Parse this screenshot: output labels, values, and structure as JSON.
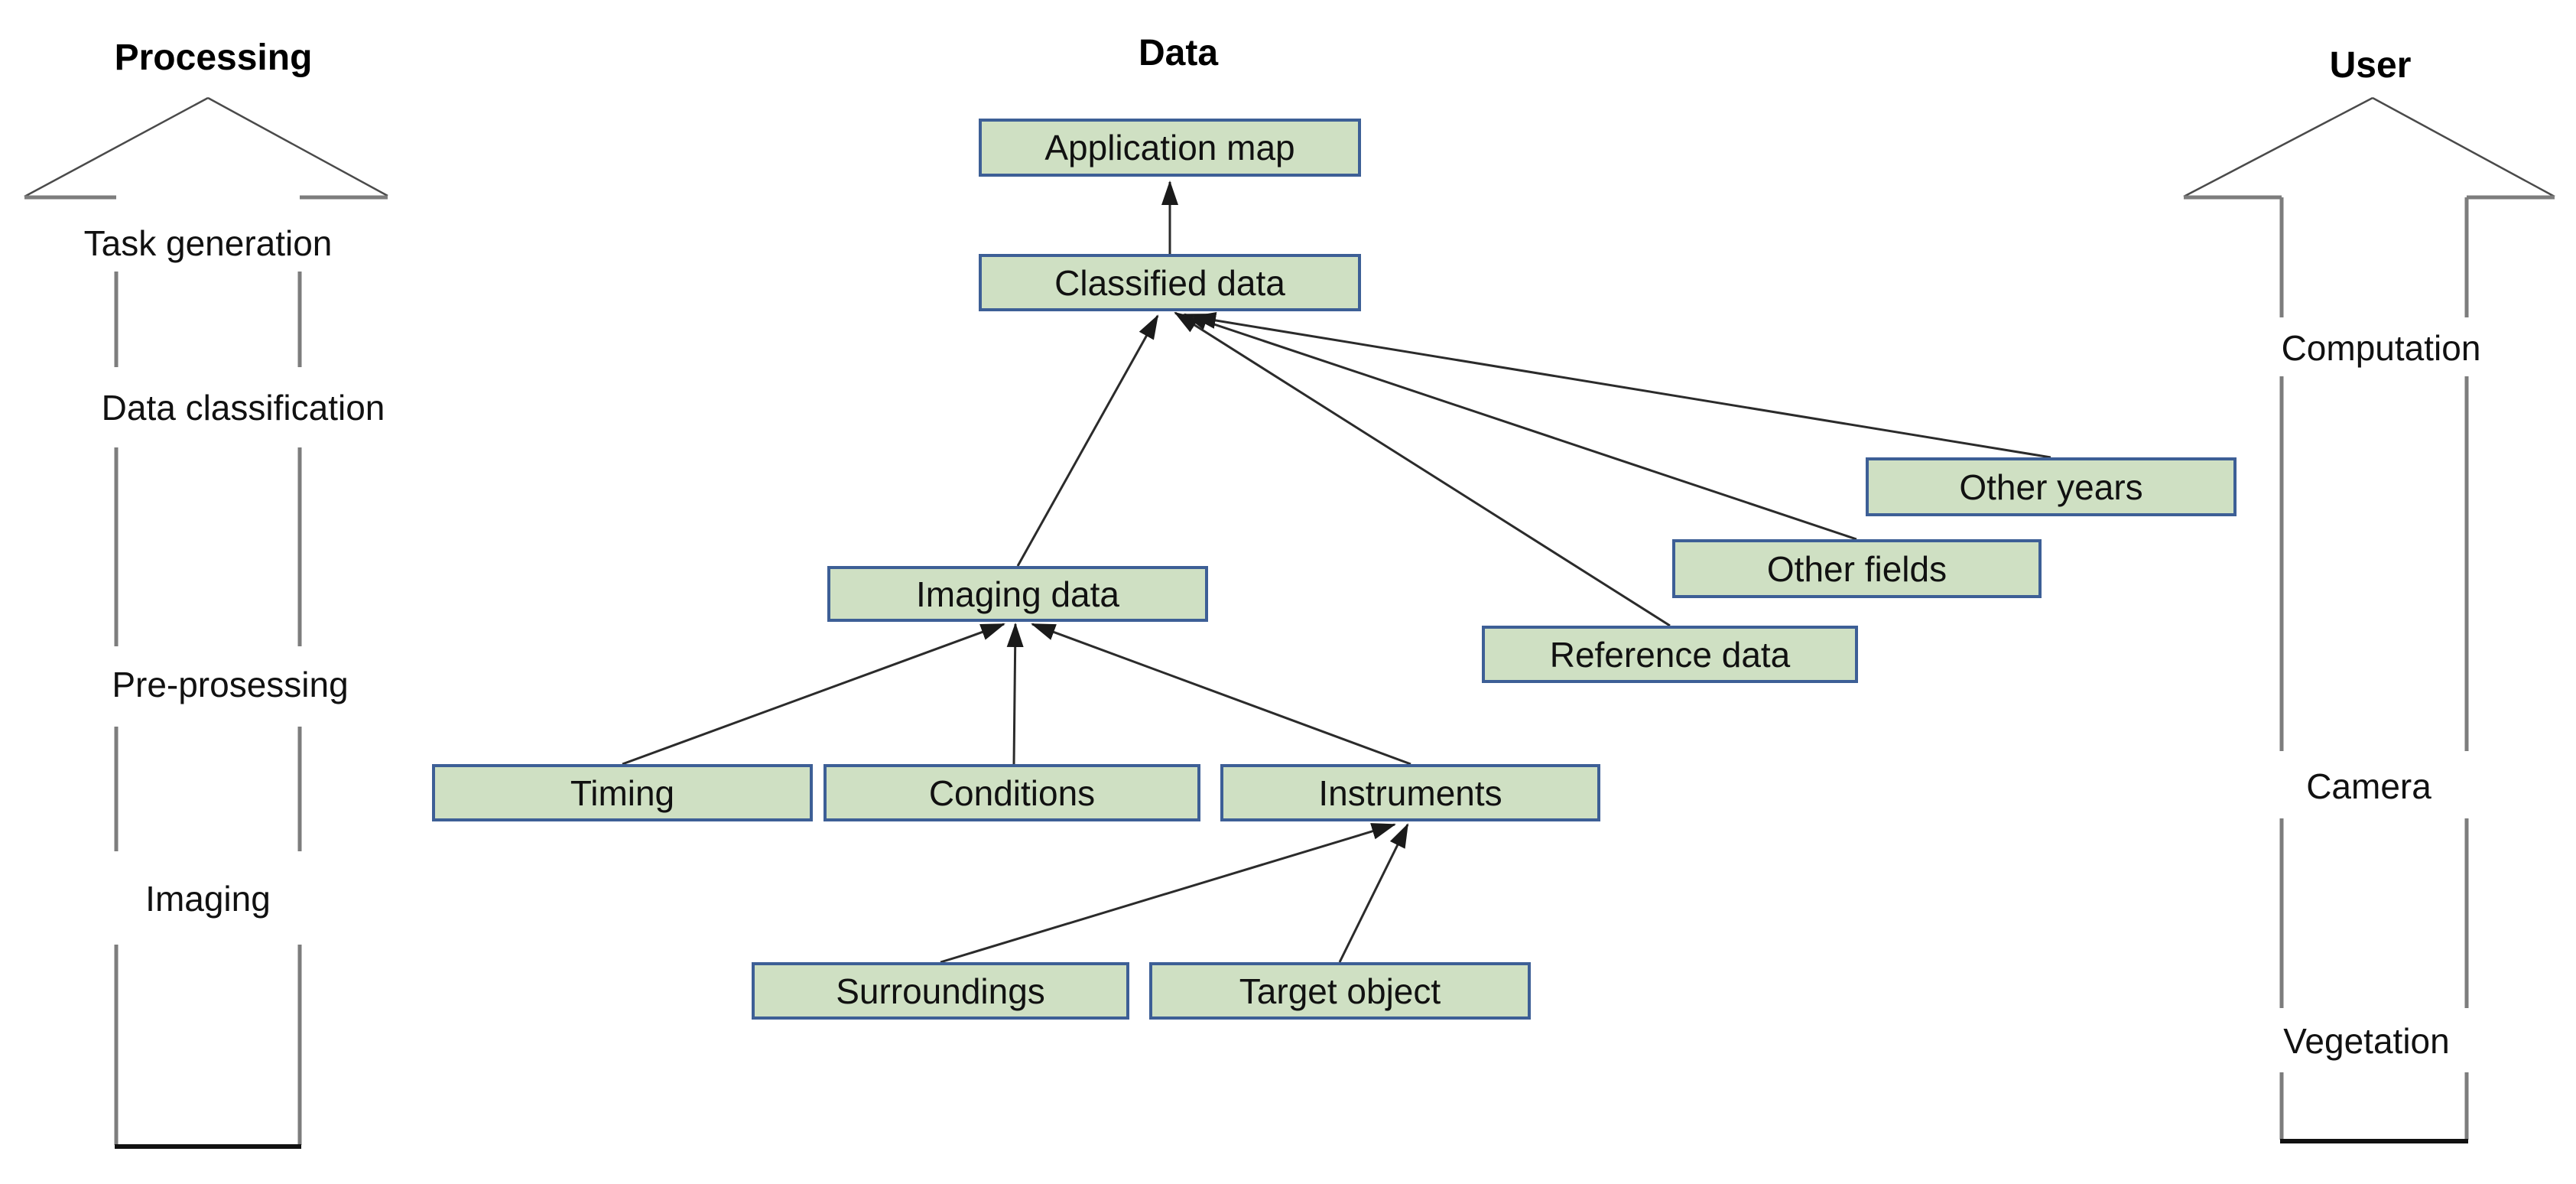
{
  "titles": {
    "left": "Processing",
    "center": "Data",
    "right": "User"
  },
  "left_flow": {
    "title": "Processing",
    "steps": [
      "Task generation",
      "Data classification",
      "Pre-prosessing",
      "Imaging"
    ]
  },
  "right_flow": {
    "title": "User",
    "steps": [
      "Computation",
      "Camera",
      "Vegetation"
    ]
  },
  "nodes": {
    "application_map": "Application map",
    "classified_data": "Classified data",
    "imaging_data": "Imaging data",
    "timing": "Timing",
    "conditions": "Conditions",
    "instruments": "Instruments",
    "surroundings": "Surroundings",
    "target_object": "Target object",
    "reference_data": "Reference data",
    "other_fields": "Other fields",
    "other_years": "Other years"
  },
  "edges": [
    {
      "from": "classified_data",
      "to": "application_map"
    },
    {
      "from": "imaging_data",
      "to": "classified_data"
    },
    {
      "from": "reference_data",
      "to": "classified_data"
    },
    {
      "from": "other_fields",
      "to": "classified_data"
    },
    {
      "from": "other_years",
      "to": "classified_data"
    },
    {
      "from": "timing",
      "to": "imaging_data"
    },
    {
      "from": "conditions",
      "to": "imaging_data"
    },
    {
      "from": "instruments",
      "to": "imaging_data"
    },
    {
      "from": "surroundings",
      "to": "instruments"
    },
    {
      "from": "target_object",
      "to": "instruments"
    }
  ],
  "colors": {
    "box_fill": "#cfe0c3",
    "box_border": "#3d5f96",
    "line": "#2b2b2b",
    "arrow_outline": "#4a4a4a",
    "arrow_side": "#7d7d7d",
    "arrow_base": "#111111",
    "text": "#111111"
  }
}
